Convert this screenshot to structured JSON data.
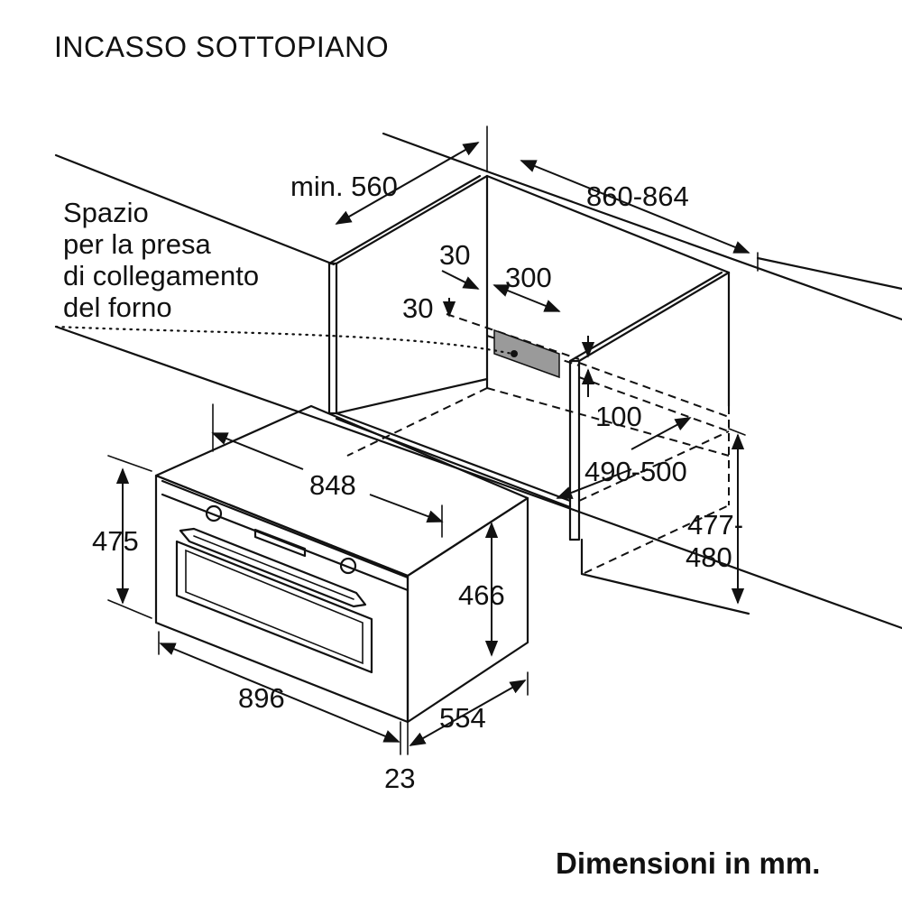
{
  "title": "INCASSO SOTTOPIANO",
  "note_lines": [
    "Spazio",
    "per la presa",
    "di collegamento",
    "del forno"
  ],
  "footer": "Dimensioni in mm.",
  "dimensions": {
    "min_depth": "min. 560",
    "niche_width": "860-864",
    "offset_top": "30",
    "offset_side": "30",
    "socket_width": "300",
    "socket_offset": "100",
    "depth_range": "490-500",
    "niche_height_line1": "477-",
    "niche_height_line2": "480",
    "oven_width_top": "848",
    "oven_height_front": "475",
    "oven_height_body": "466",
    "oven_width_front": "896",
    "oven_depth": "554",
    "front_thickness": "23"
  },
  "colors": {
    "line": "#111111",
    "socket_fill": "#9a9a9a"
  }
}
